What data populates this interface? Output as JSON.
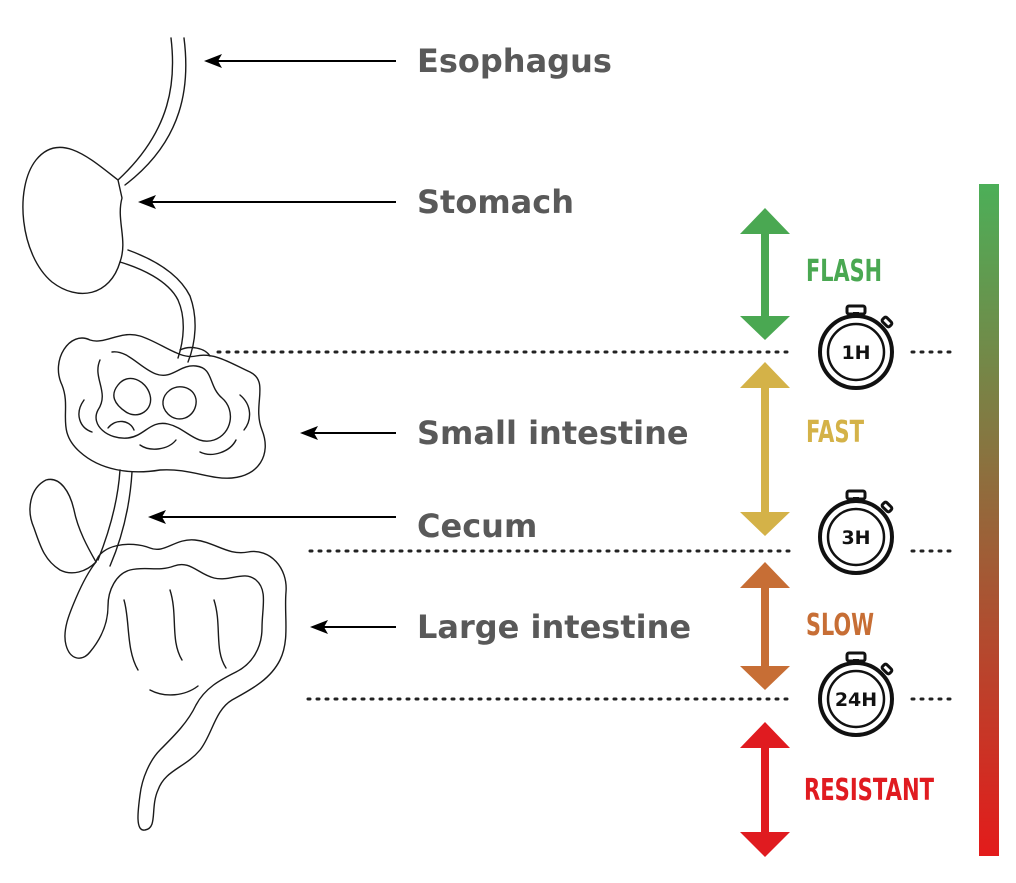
{
  "organs": [
    {
      "name": "Esophagus"
    },
    {
      "name": "Stomach"
    },
    {
      "name": "Small intestine"
    },
    {
      "name": "Cecum"
    },
    {
      "name": "Large intestine"
    }
  ],
  "zones": [
    {
      "label": "FLASH",
      "color": "#4aa852"
    },
    {
      "label": "FAST",
      "color": "#d4b248"
    },
    {
      "label": "SLOW",
      "color": "#c76e35"
    },
    {
      "label": "RESISTANT",
      "color": "#e01b20"
    }
  ],
  "timers": [
    {
      "label": "1H"
    },
    {
      "label": "3H"
    },
    {
      "label": "24H"
    }
  ],
  "gradient_bar": {
    "top_color": "#4caf58",
    "bottom_color": "#e31b1b"
  }
}
